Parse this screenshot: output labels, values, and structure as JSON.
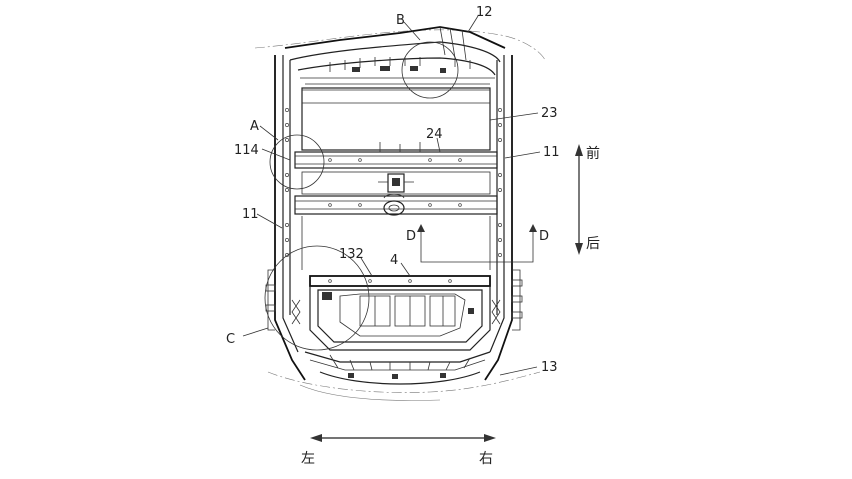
{
  "labels": {
    "B": "B",
    "n12": "12",
    "n23": "23",
    "n24": "24",
    "A": "A",
    "n114": "114",
    "n11_right": "11",
    "n11_left": "11",
    "D_left": "D",
    "D_right": "D",
    "n132": "132",
    "n4": "4",
    "C": "C",
    "n13": "13"
  },
  "directions": {
    "front": "前",
    "rear": "后",
    "left": "左",
    "right": "右"
  }
}
